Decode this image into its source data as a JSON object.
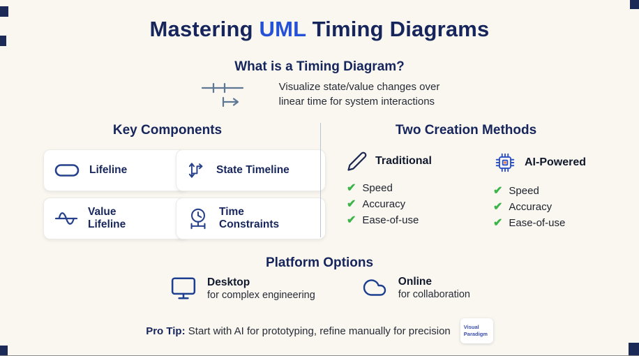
{
  "colors": {
    "navy": "#16255b",
    "accent_blue": "#2451d6",
    "green_check": "#3bb54a",
    "background": "#faf7f0"
  },
  "header": {
    "title_prefix": "Mastering",
    "title_highlight": "UML",
    "title_suffix": "Timing Diagrams"
  },
  "intro": {
    "heading": "What is a Timing Diagram?",
    "icon": "timing-diagram-icon",
    "description_line1": "Visualize state/value changes over",
    "description_line2": "linear time for system interactions"
  },
  "key_components": {
    "heading": "Key Components",
    "cards": [
      {
        "label": "Lifeline",
        "icon": "lifeline-icon"
      },
      {
        "label": "State Timeline",
        "icon": "state-timeline-icon"
      },
      {
        "label": "Value Lifeline",
        "icon": "value-lifeline-icon"
      },
      {
        "label": "Time Constraints",
        "icon": "time-constraints-icon"
      }
    ]
  },
  "creation_methods": {
    "heading": "Two Creation Methods",
    "methods": [
      {
        "name": "Traditional",
        "icon": "pencil-icon",
        "features": [
          "Speed",
          "Accuracy",
          "Ease-of-use"
        ]
      },
      {
        "name": "AI-Powered",
        "icon": "ai-chip-icon",
        "features": [
          "Speed",
          "Accuracy",
          "Ease-of-use"
        ]
      }
    ]
  },
  "platform_options": {
    "heading": "Platform Options",
    "options": [
      {
        "name": "Desktop",
        "description": "for complex engineering",
        "icon": "monitor-icon"
      },
      {
        "name": "Online",
        "description": "for collaboration",
        "icon": "cloud-icon"
      }
    ]
  },
  "footer": {
    "pro_tip_label": "Pro Tip:",
    "pro_tip_text": "Start with AI for prototyping, refine manually for precision",
    "logo_line1": "Visual",
    "logo_line2": "Paradigm"
  },
  "icons": {
    "check": "✔"
  }
}
